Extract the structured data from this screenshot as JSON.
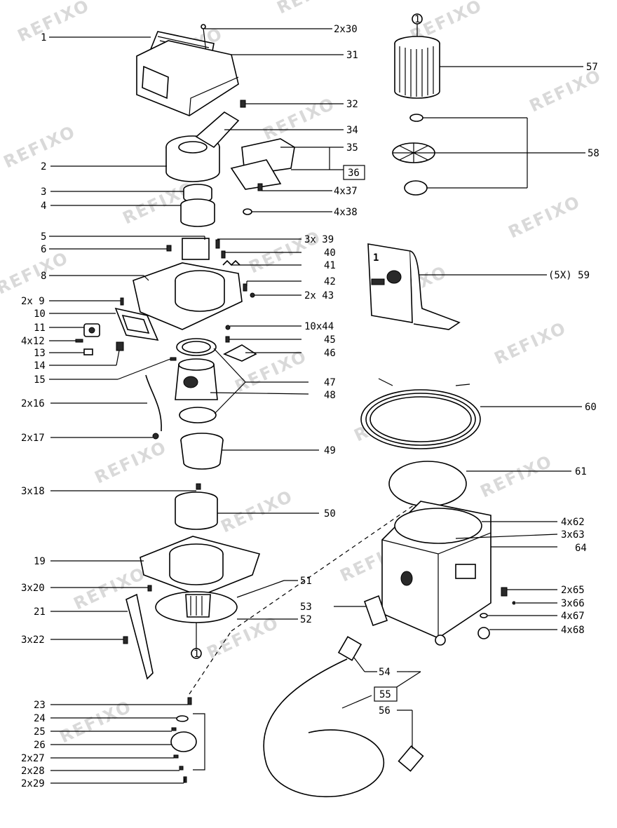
{
  "watermark": "REFIXO",
  "callouts": {
    "c1": "1",
    "c2": "2",
    "c3": "3",
    "c4": "4",
    "c5": "5",
    "c6": "6",
    "c8": "8",
    "c9": "2x 9",
    "c10": "10",
    "c11": "11",
    "c12": "4x12",
    "c13": "13",
    "c14": "14",
    "c15": "15",
    "c16": "2x16",
    "c17": "2x17",
    "c18": "3x18",
    "c19": "19",
    "c20": "3x20",
    "c21": "21",
    "c22": "3x22",
    "c23": "23",
    "c24": "24",
    "c25": "25",
    "c26": "26",
    "c27": "2x27",
    "c28": "2x28",
    "c29": "2x29",
    "c30": "2x30",
    "c31": "31",
    "c32": "32",
    "c34": "34",
    "c35": "35",
    "c36": "36",
    "c37": "4x37",
    "c38": "4x38",
    "c39": "3x 39",
    "c40": "40",
    "c41": "41",
    "c42": "42",
    "c43": "2x 43",
    "c44": "10x44",
    "c45": "45",
    "c46": "46",
    "c47": "47",
    "c48": "48",
    "c49": "49",
    "c50": "50",
    "c51": "51",
    "c52": "52",
    "c53": "53",
    "c54": "54",
    "c55": "55",
    "c56": "56",
    "c57": "57",
    "c58": "58",
    "c59": "(5X) 59",
    "c60": "60",
    "c61": "61",
    "c62": "4x62",
    "c63": "3x63",
    "c64": "64",
    "c65": "2x65",
    "c66": "3x66",
    "c67": "4x67",
    "c68": "4x68"
  },
  "markers": {
    "m1": "1",
    "m2": "1",
    "bag_number": "1"
  }
}
